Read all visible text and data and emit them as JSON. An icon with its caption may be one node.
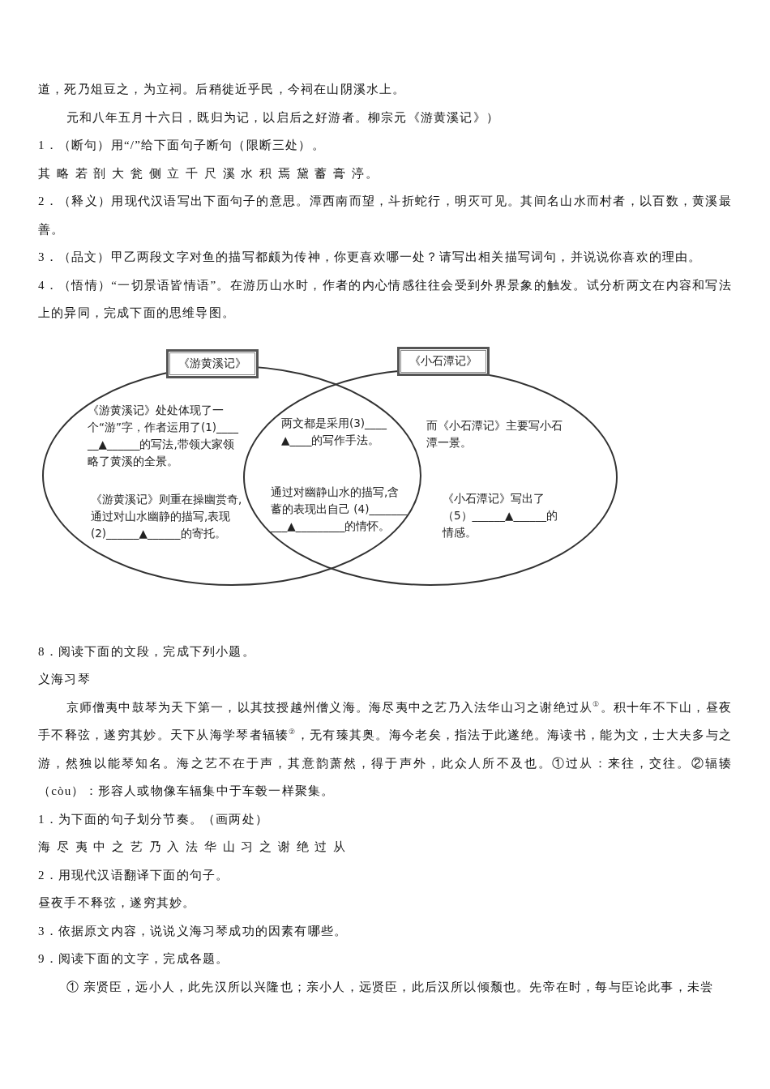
{
  "diagram": {
    "nodes": [
      {
        "text": [
          "《游黄溪记》处处体现了一个“游”字，作者运用了(1)______▲______的写法,带领大家领略了黄溪的全景。",
          "《游黄溪记》则重在操幽赏奇,通过对山水幽静的描写,表现(2)______▲______的寄托。"
        ]
      },
      {
        "text": [
          "《游黄溪记》"
        ]
      },
      {
        "text": [
          "而《小石潭记》主要写小石潭一景。",
          "《小石潭记》写出了（5）______▲______的情感。"
        ]
      },
      {
        "text": [
          "《小石潭记》"
        ]
      }
    ],
    "edges": [],
    "labels": [
      "道，死乃俎豆之，为立祠。后稍徙近乎民，今祠在山阴溪水上。",
      "元和八年五月十六日，既归为记，以启后之好游者。柳宗元《游黄溪记》）",
      "1．（断句）用“/”给下面句子断句（限断三处）。",
      "其 略 若 剖 大 瓮 侧 立 千 尺 溪 水 积 焉 黛 蓄 膏 渟。",
      "2．（释义）用现代汉语写出下面句子的意思。潭西南而望，斗折蛇行，明灭可见。其间名山水而村者，以百数，黄溪最善。",
      "3．（品文）甲乙两段文字对鱼的描写都颇为传神，你更喜欢哪一处？请写出相关描写词句，并说说你喜欢的理由。",
      "4．（悟情）“一切景语皆情语”。在游历山水时，作者的内心情感往往会受到外界景象的触发。试分析两文在内容和写法上的异同，完成下面的思维导图。",
      "两文都是采用(3)____▲____的写作手法。",
      "通过对幽静山水的描写,含蓄的表现出自己 (4)__________▲_________的情怀。",
      "8．阅读下面的文段，完成下列小题。",
      "义海习琴",
      "京师僧夷中鼓琴为天下第一，以其技授越州僧义海。海尽夷中之艺乃入法华山习之谢绝过从$^{①}$。积十年不下山，昼夜手不释弦，遂穷其妙。天下从海学琴者辐辏$^{②}$，无有臻其奥。海今老矣，指法于此遂绝。海读书，能为文，士大夫多与之游，然独以能琴知名。海之艺不在于声，其意韵萧然，得于声外，此众人所不及也。①过从：来往，交往。②辐辏（còu）：形容人或物像车辐集中于车毂一样聚集。",
      "1．为下面的句子划分节奏。（画两处）",
      "海 尽 夷 中 之 艺 乃 入 法 华 山 习 之 谢 绝 过 从",
      "2．用现代汉语翻译下面的句子。",
      "昼夜手不释弦，遂穷其妙。",
      "3．依据原文内容，说说义海习琴成功的因素有哪些。",
      "9．阅读下面的文字，完成各题。",
      "① 亲贤臣，远小人，此先汉所以兴隆也；亲小人，远贤臣，此后汉所以倾颓也。先帝在时，每与臣论此事，未尝"
    ]
  }
}
